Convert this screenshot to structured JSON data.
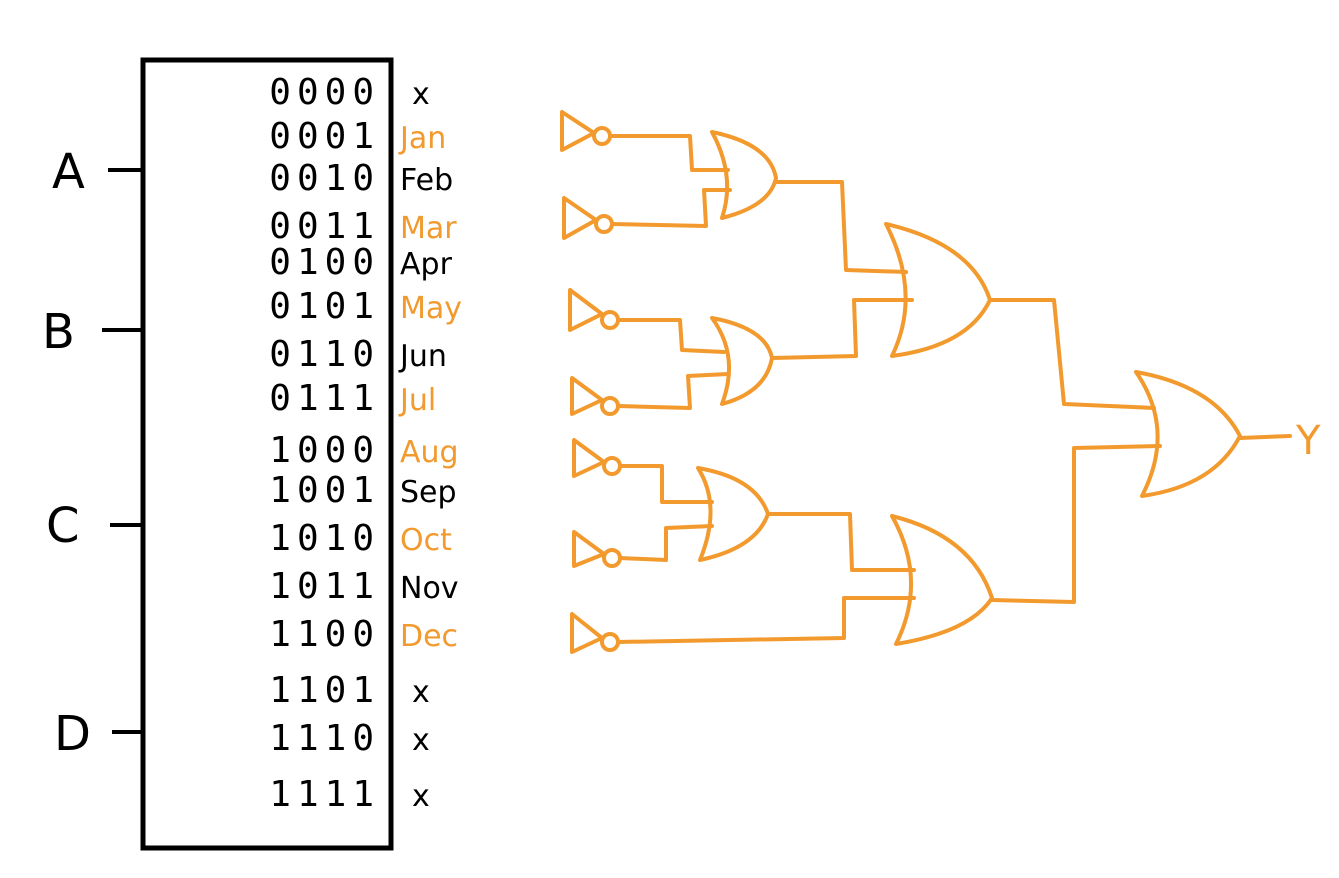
{
  "colors": {
    "ink": "#000000",
    "accent": "#f29a2e",
    "background": "#ffffff"
  },
  "inputs": [
    "A",
    "B",
    "C",
    "D"
  ],
  "rows": [
    {
      "code": "0000",
      "label": "x",
      "highlighted": false
    },
    {
      "code": "0001",
      "label": "Jan",
      "highlighted": true
    },
    {
      "code": "0010",
      "label": "Feb",
      "highlighted": false
    },
    {
      "code": "0011",
      "label": "Mar",
      "highlighted": true
    },
    {
      "code": "0100",
      "label": "Apr",
      "highlighted": false
    },
    {
      "code": "0101",
      "label": "May",
      "highlighted": true
    },
    {
      "code": "0110",
      "label": "Jun",
      "highlighted": false
    },
    {
      "code": "0111",
      "label": "Jul",
      "highlighted": true
    },
    {
      "code": "1000",
      "label": "Aug",
      "highlighted": true
    },
    {
      "code": "1001",
      "label": "Sep",
      "highlighted": false
    },
    {
      "code": "1010",
      "label": "Oct",
      "highlighted": true
    },
    {
      "code": "1011",
      "label": "Nov",
      "highlighted": false
    },
    {
      "code": "1100",
      "label": "Dec",
      "highlighted": true
    },
    {
      "code": "1101",
      "label": "x",
      "highlighted": false
    },
    {
      "code": "1110",
      "label": "x",
      "highlighted": false
    },
    {
      "code": "1111",
      "label": "x",
      "highlighted": false
    }
  ],
  "output": "Y"
}
